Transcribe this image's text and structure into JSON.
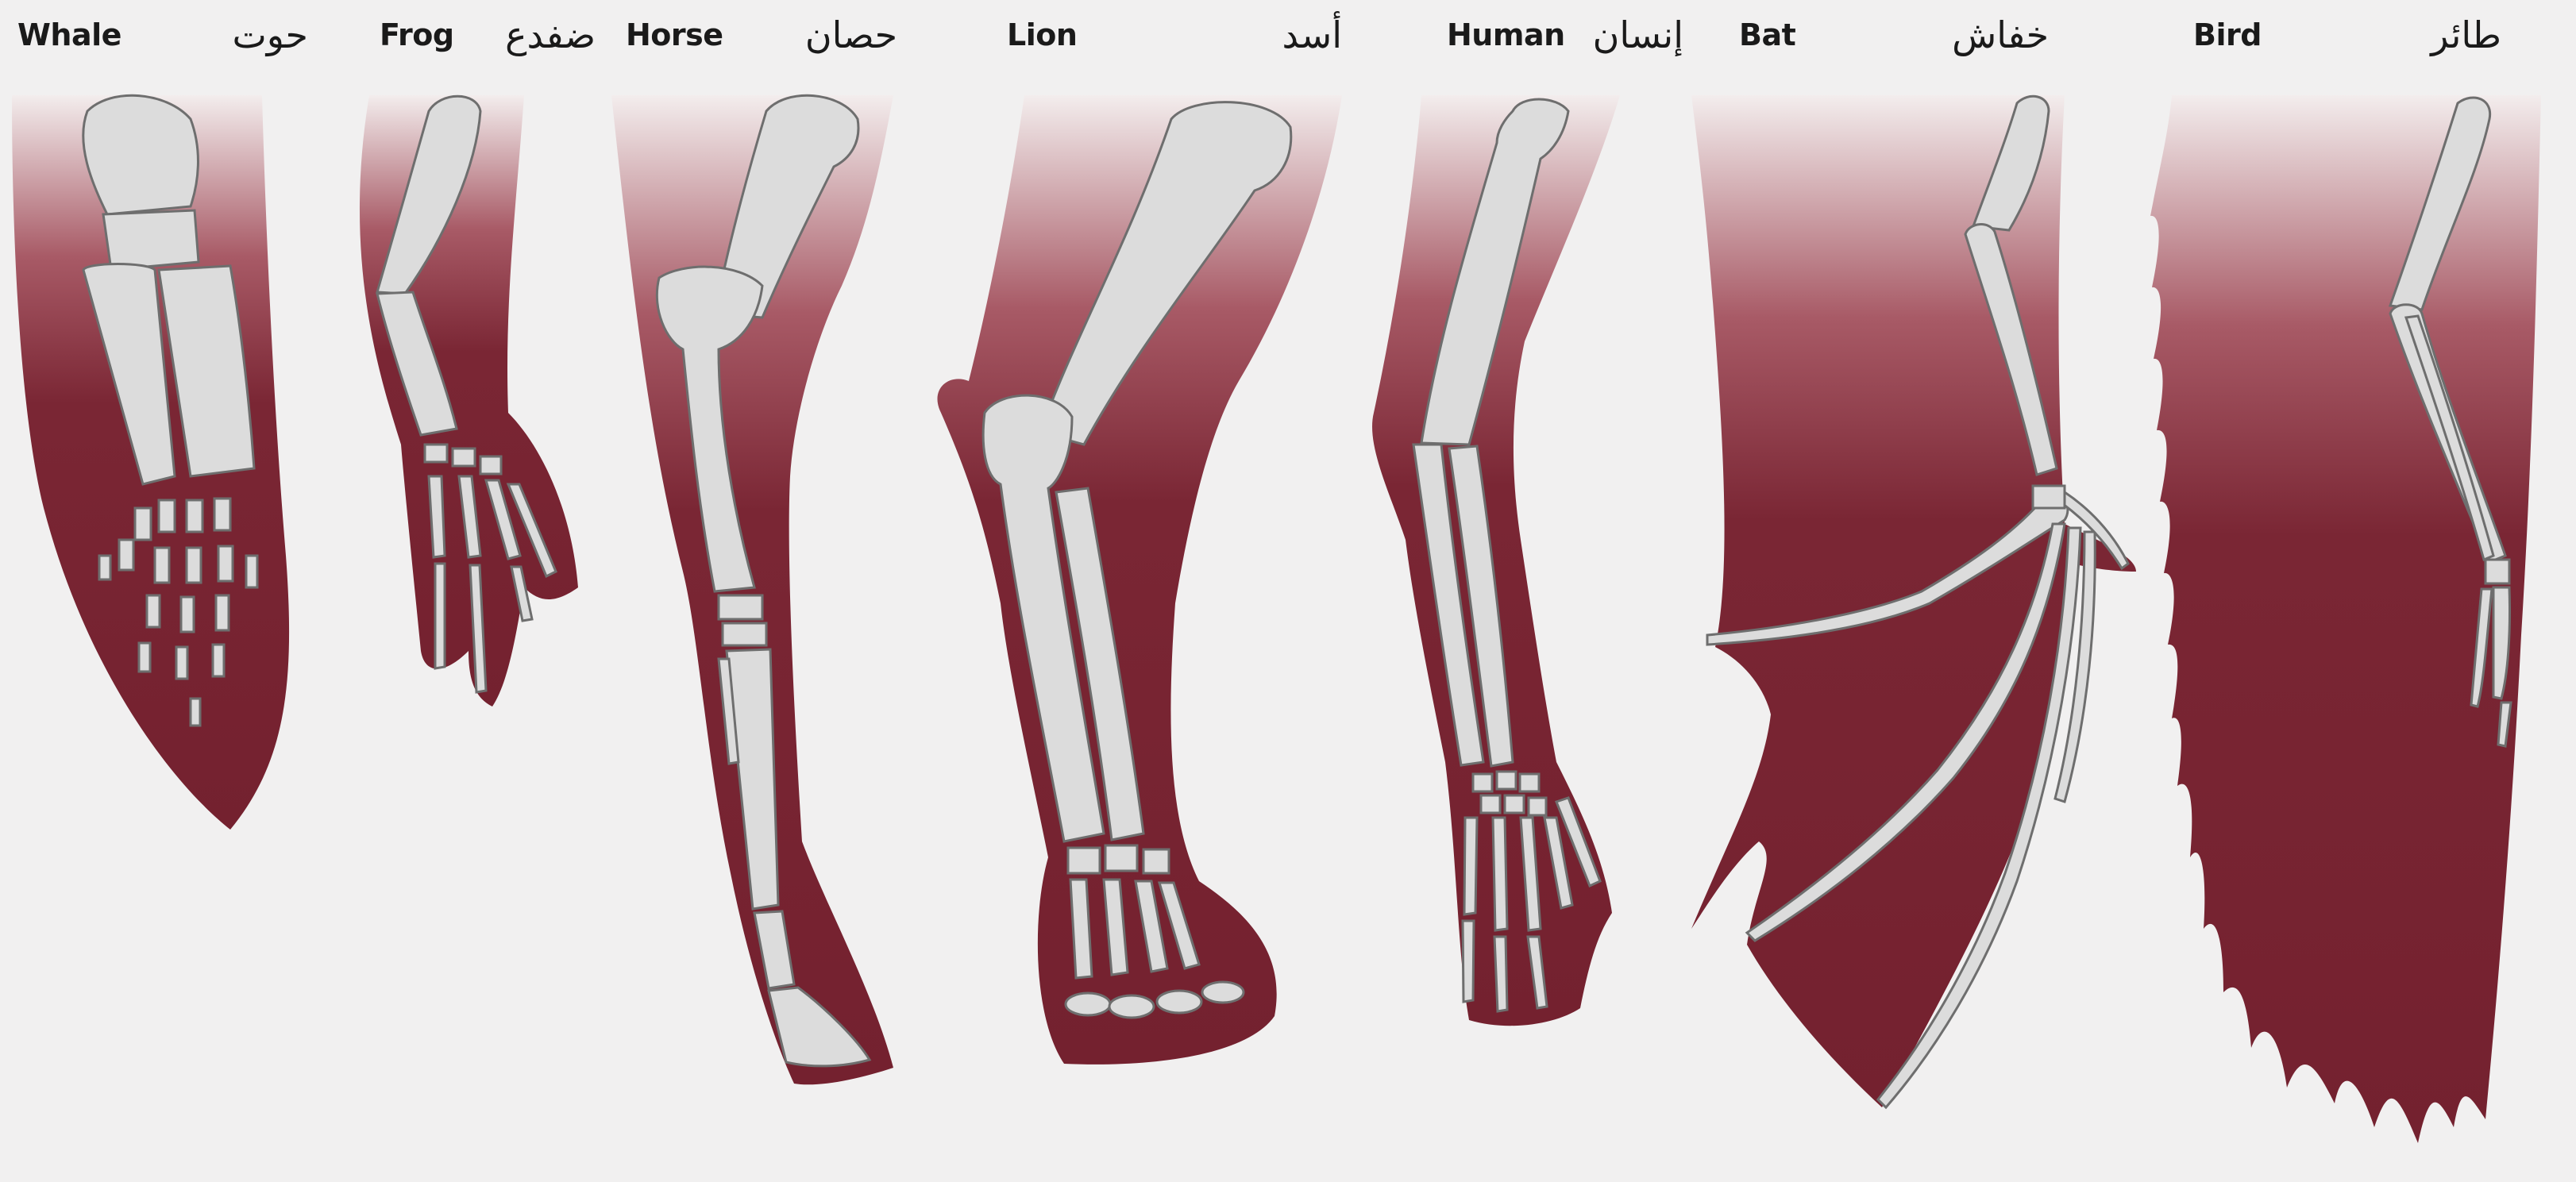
{
  "animals": [
    {
      "key": "whale",
      "name_en": "Whale",
      "name_ar": "حوت"
    },
    {
      "key": "frog",
      "name_en": "Frog",
      "name_ar": "ضفدع"
    },
    {
      "key": "horse",
      "name_en": "Horse",
      "name_ar": "حصان"
    },
    {
      "key": "lion",
      "name_en": "Lion",
      "name_ar": "أسد"
    },
    {
      "key": "human",
      "name_en": "Human",
      "name_ar": "إنسان"
    },
    {
      "key": "bat",
      "name_en": "Bat",
      "name_ar": "خفاش"
    },
    {
      "key": "bird",
      "name_en": "Bird",
      "name_ar": "طائر"
    }
  ],
  "colors": {
    "background": "#f1f0f0",
    "limb_dark": "#7a2634",
    "limb_light": "#f3eded",
    "bone_fill": "#dcdcdc",
    "bone_highlight": "#f2f2f2",
    "bone_outline": "#6e6e6e"
  },
  "icons": [
    "whale-forelimb-icon",
    "frog-forelimb-icon",
    "horse-forelimb-icon",
    "lion-forelimb-icon",
    "human-arm-icon",
    "bat-wing-icon",
    "bird-wing-icon"
  ]
}
